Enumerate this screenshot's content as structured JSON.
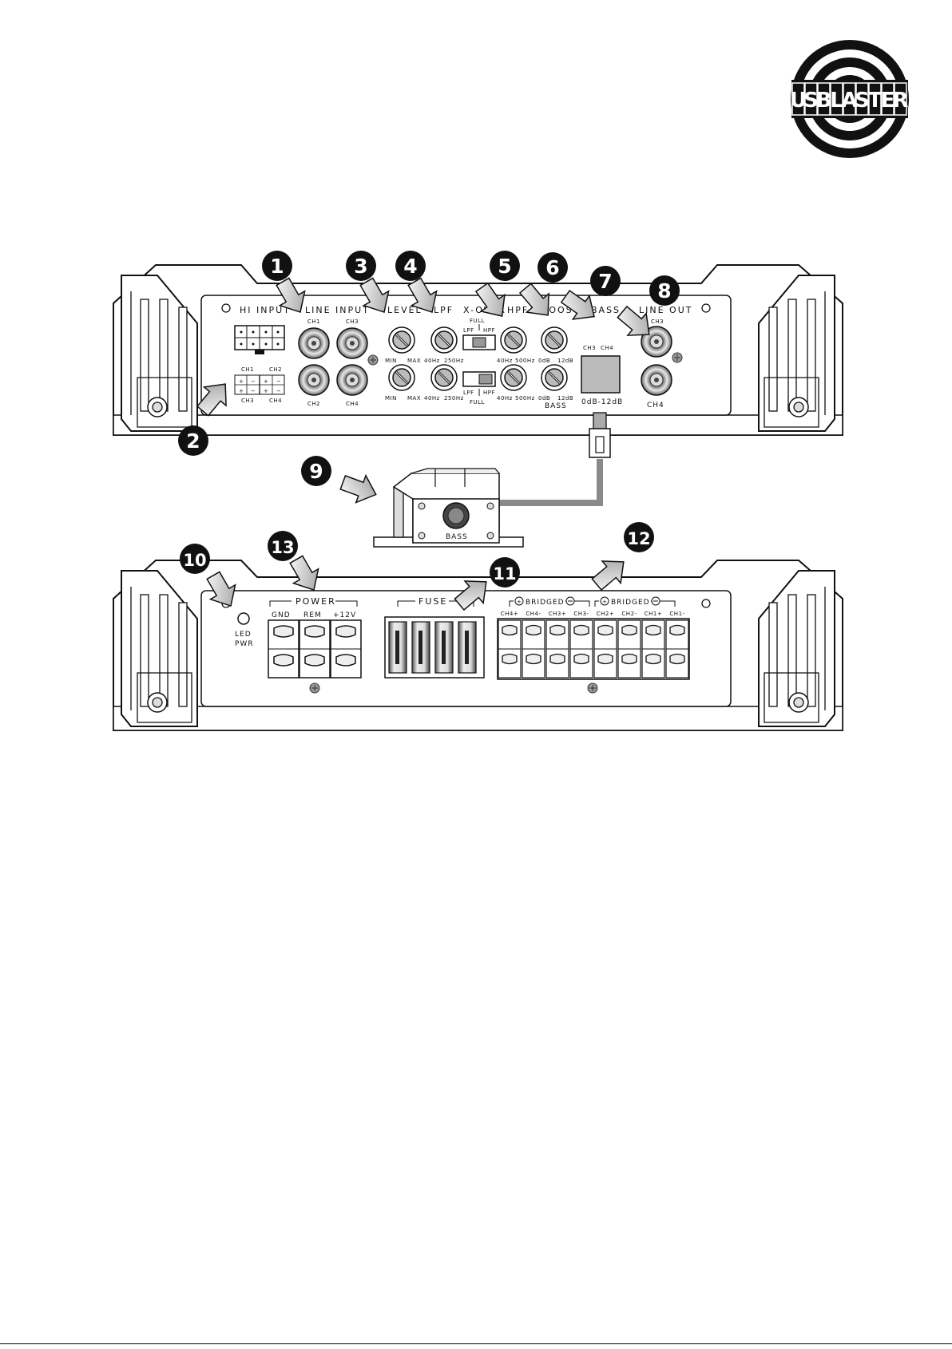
{
  "logo": {
    "letters": [
      "U",
      "S",
      "B",
      "L",
      "A",
      "S",
      "T",
      "E",
      "R"
    ]
  },
  "top_panel": {
    "hi_input": "HI INPUT",
    "line_input": "LINE INPUT",
    "level": "LEVEL",
    "lpf": "LPF",
    "xover": "X-OVER",
    "hpf": "HPF",
    "boost": "BOOST",
    "bass": "BASS",
    "line_out": "LINE OUT",
    "ch1": "CH1",
    "ch2": "CH2",
    "ch3": "CH3",
    "ch4": "CH4",
    "min": "MIN",
    "max": "MAX",
    "hz40": "40Hz",
    "hz250": "250Hz",
    "hz500": "500Hz",
    "db0": "0dB",
    "db12": "12dB",
    "lpf_sw": "LPF",
    "hpf_sw": "HPF",
    "full": "FULL",
    "bass_range": "0dB-12dB",
    "plus": "+",
    "minus": "−"
  },
  "remote": {
    "label": "BASS"
  },
  "bottom_panel": {
    "led": "LED",
    "pwr": "PWR",
    "power": "POWER",
    "gnd": "GND",
    "rem": "REM",
    "v12": "+12V",
    "fuse": "FUSE",
    "bridged": "BRIDGED",
    "speaker_terminals": [
      "CH4+",
      "CH4-",
      "CH3+",
      "CH3-",
      "CH2+",
      "CH2-",
      "CH1+",
      "CH1-"
    ]
  },
  "callouts": [
    "1",
    "2",
    "3",
    "4",
    "5",
    "6",
    "7",
    "8",
    "9",
    "10",
    "11",
    "12",
    "13"
  ],
  "colors": {
    "ink": "#111111",
    "panel": "#ffffff",
    "cable": "#8a8a8a"
  }
}
